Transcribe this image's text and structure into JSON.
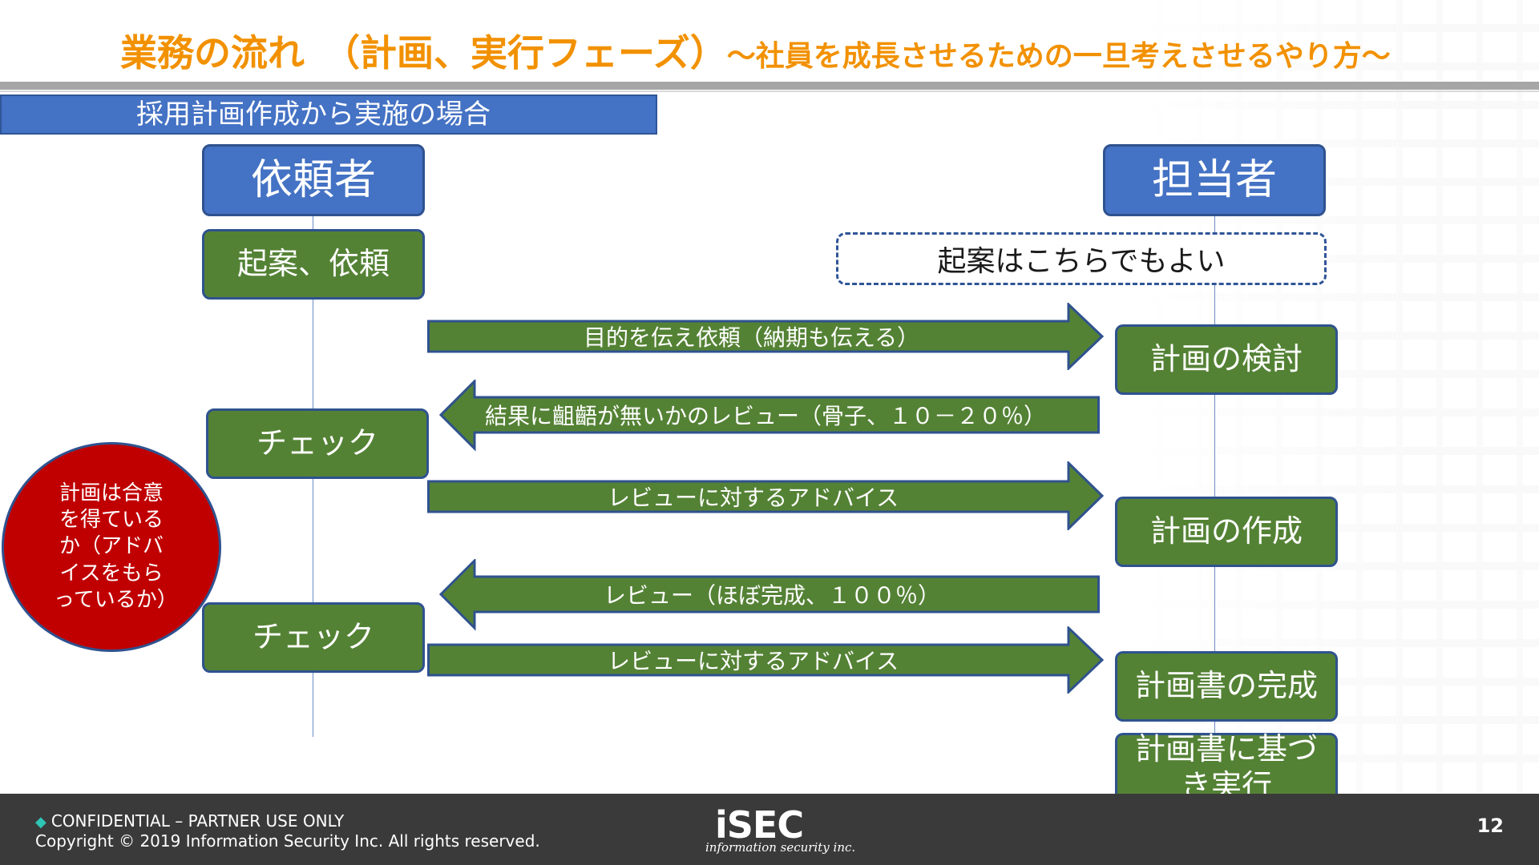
{
  "title": {
    "main": "業務の流れ　（計画、実行フェーズ）",
    "sub": "～社員を成長させるための一旦考えさせるやり方～"
  },
  "banner": "採用計画作成から実施の場合",
  "actors": {
    "left": "依頼者",
    "right": "担当者"
  },
  "left_steps": {
    "draft": "起案、依頼",
    "check1": "チェック",
    "check2": "チェック"
  },
  "right_note": "起案はこちらでもよい",
  "right_steps": {
    "review": "計画の検討",
    "create": "計画の作成",
    "complete": "計画書の完成",
    "execute": "計画書に基づき実行"
  },
  "arrows": {
    "a1": "目的を伝え依頼（納期も伝える）",
    "a2": "結果に齟齬が無いかのレビュー（骨子、１０－２０％）",
    "a3": "レビューに対するアドバイス",
    "a4": "レビュー（ほぼ完成、１００％）",
    "a5": "レビューに対するアドバイス"
  },
  "circle_note": "計画は合意を得ているか（アドバイスをもらっているか）",
  "footer": {
    "confidential": "CONFIDENTIAL – PARTNER USE ONLY",
    "copyright": "Copyright © 2019 Information Security Inc. All rights reserved.",
    "logo_main": "iSEC",
    "logo_sub": "information security inc.",
    "page": "12"
  },
  "colors": {
    "title": "#f29100",
    "blue": "#4472c4",
    "green": "#548235",
    "red": "#c00000",
    "footer": "#3a3a3a"
  }
}
